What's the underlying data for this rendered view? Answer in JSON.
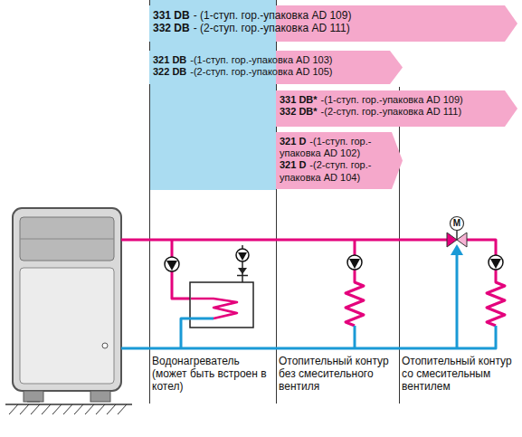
{
  "diagram": {
    "nodes": [
      {
        "text": [
          "331 DB",
          "- (1-ступ. гор.-упаковка AD 109)",
          "332 DB",
          "- (2-ступ. гор.-упаковка AD 111)"
        ]
      },
      {
        "text": [
          "321 DB",
          "-(1-ступ. гор.-упаковка AD 103)",
          "322 DB",
          "-(2-ступ. гор.-упаковка AD 105)"
        ]
      },
      {
        "text": [
          "331 DB*",
          "-(1-ступ. гор.-упаковка AD 109)",
          "332 DB*",
          "-(2-ступ. гор.-упаковка AD 111)"
        ]
      },
      {
        "text": [
          "321 D",
          "-(1-ступ. гор.-упаковка AD 102)",
          "321 D",
          "-(2-ступ. гор.-упаковка AD 104)"
        ]
      }
    ],
    "labels": [
      "M",
      "Водонагреватель (может быть встроен в котел)",
      "Отопительный контур без смесительного вентиля",
      "Отопительный контур со смесительным вентилем"
    ]
  }
}
